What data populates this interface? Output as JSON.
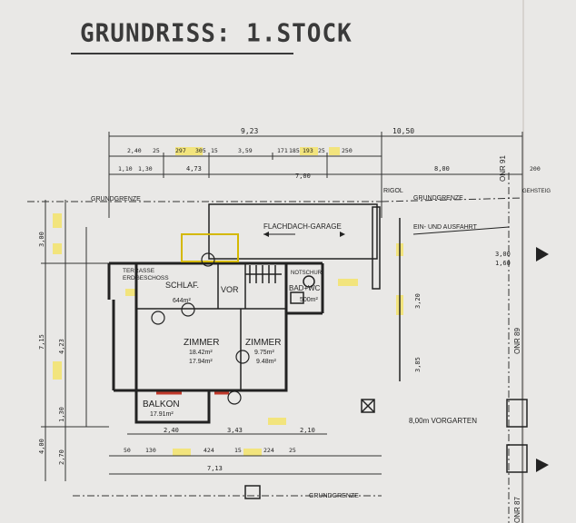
{
  "title": "GRUNDRISS: 1.STOCK",
  "colors": {
    "paper": "#e9e8e6",
    "ink": "#222222",
    "highlight": "#f4e35a",
    "red_marks": "#c0392b"
  },
  "rooms": {
    "schlafzimmer": "SCHLAF.",
    "schlaf_area": "644m²",
    "vor": "VOR",
    "zimmer1": "ZIMMER",
    "zimmer1_area_a": "18.42m²",
    "zimmer1_area_b": "17.94m²",
    "zimmer2": "ZIMMER",
    "zimmer2_area_a": "9.75m²",
    "zimmer2_area_b": "9.48m²",
    "bad": "BAD+WC",
    "bad_area": "500m²",
    "balkon": "BALKON",
    "balkon_area": "17.91m²",
    "terrasse": "TERRASSE",
    "terrasse2": "ERDGESCHOSS",
    "notschur": "NOTSCHUR",
    "garage": "FLACHDACH-GARAGE"
  },
  "annotations": {
    "grundgrenze_top": "GRUNDGRENZE",
    "grundgrenze_top_right": "GRUNDGRENZE",
    "grundgrenze_bottom": "GRUNDGRENZE",
    "einfahrt": "EIN- UND AUSFAHRT",
    "vorgarten": "8,00m VORGARTEN",
    "rigol": "RIGOL",
    "gehsteig": "GEHSTEIG",
    "onr_top": "ONR 91",
    "onr_mid": "ONR 89",
    "onr_bottom": "ONR 87"
  },
  "dimensions": {
    "top_total": "9,23",
    "top_right": "10,50",
    "row2": [
      "2,40",
      "25",
      "297",
      "305",
      "15",
      "3,59",
      "171",
      "185",
      "193",
      "25",
      "250"
    ],
    "row3": [
      "1,10",
      "1,30",
      "4,73",
      "7,00",
      "8,00"
    ],
    "right_top": "200",
    "bottom_row": [
      "50",
      "130",
      "424",
      "15",
      "224",
      "25"
    ],
    "bottom_mid": [
      "2,40",
      "3,43",
      "2,10"
    ],
    "bottom_total": "7,13",
    "left": [
      "3,00",
      "7,15",
      "4,23",
      "4,00",
      "1,30",
      "2,70"
    ],
    "right_side": [
      "3,00",
      "3,20",
      "3,85",
      "1,60"
    ]
  }
}
